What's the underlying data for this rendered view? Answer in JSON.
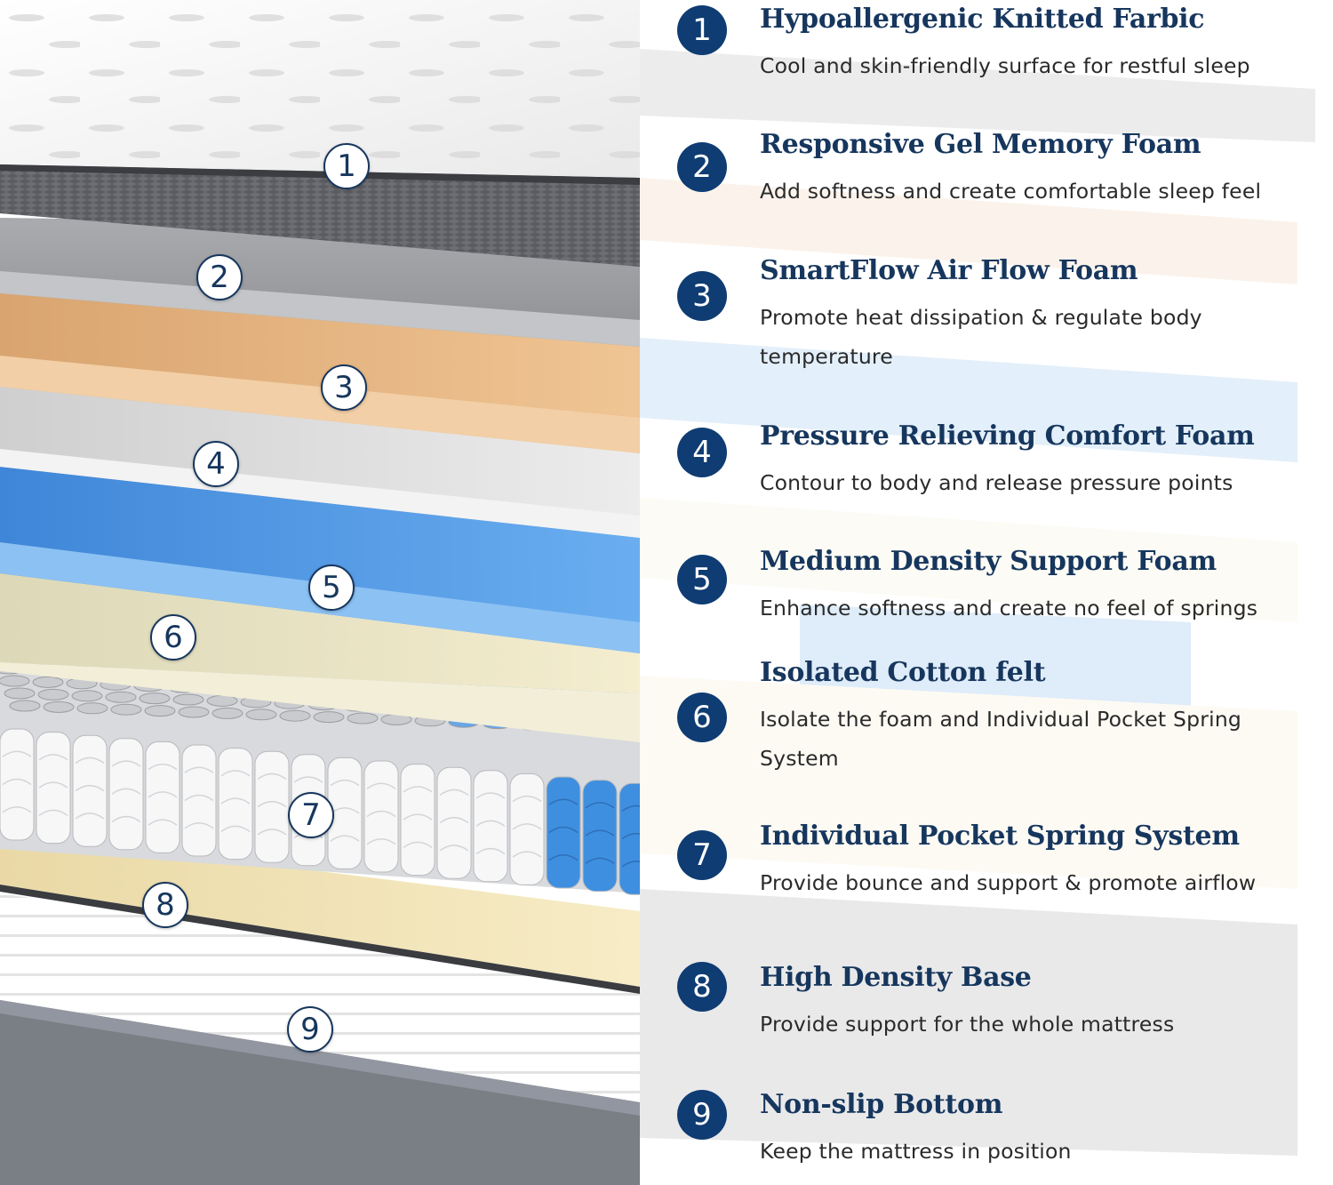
{
  "colors": {
    "accent": "#0f3c72",
    "title": "#16365d",
    "knit_top": "#f4f4f4",
    "knit_border": "#5a5c61",
    "gel_foam": "#9b9da0",
    "airflow_foam": "#e9b987",
    "comfort_foam": "#dcdcdc",
    "support_foam": "#5a9fe6",
    "cotton_felt": "#efe7c7",
    "springs_white": "#f7f7f7",
    "springs_blue": "#3f8fe0",
    "base_foam": "#f3e6bd",
    "bottom_gray": "#7a7e85"
  },
  "layers": [
    {
      "number": "1",
      "title": "Hypoallergenic Knitted Farbic",
      "description": "Cool and skin-friendly surface for restful sleep"
    },
    {
      "number": "2",
      "title": "Responsive Gel Memory Foam",
      "description": "Add softness and create comfortable sleep feel"
    },
    {
      "number": "3",
      "title": "SmartFlow Air Flow Foam",
      "description": "Promote heat dissipation & regulate body temperature"
    },
    {
      "number": "4",
      "title": "Pressure Relieving Comfort Foam",
      "description": "Contour to body and release pressure points"
    },
    {
      "number": "5",
      "title": "Medium Density Support Foam",
      "description": "Enhance softness and create no feel of springs"
    },
    {
      "number": "6",
      "title": "Isolated Cotton felt",
      "description": "Isolate the foam and Individual Pocket Spring System"
    },
    {
      "number": "7",
      "title": "Individual Pocket Spring System",
      "description": "Provide bounce and support & promote airflow"
    },
    {
      "number": "8",
      "title": "High Density Base",
      "description": "Provide support for the whole mattress"
    },
    {
      "number": "9",
      "title": "Non-slip Bottom",
      "description": "Keep the mattress in position"
    }
  ]
}
